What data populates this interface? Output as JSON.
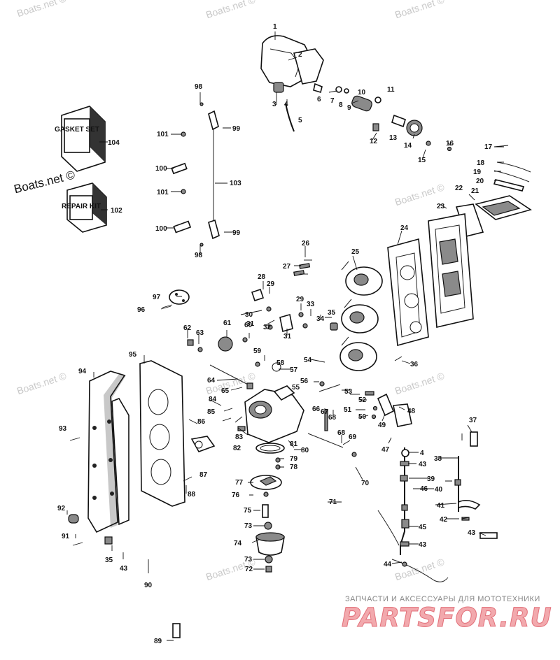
{
  "watermark": "Boats.net ©",
  "box_labels": {
    "gasket_set": "GASKET SET",
    "repair_kit": "REPAIR KIT"
  },
  "callouts": [
    "1",
    "2",
    "3",
    "4",
    "5",
    "6",
    "7",
    "8",
    "9",
    "10",
    "11",
    "12",
    "13",
    "14",
    "15",
    "16",
    "17",
    "18",
    "19",
    "20",
    "21",
    "22",
    "23",
    "24",
    "25",
    "26",
    "27",
    "28",
    "29",
    "29",
    "30",
    "31",
    "31",
    "32",
    "33",
    "34",
    "35",
    "35",
    "36",
    "37",
    "38",
    "39",
    "40",
    "41",
    "42",
    "43",
    "43",
    "43",
    "43",
    "43",
    "44",
    "45",
    "46",
    "47",
    "48",
    "49",
    "50",
    "51",
    "52",
    "53",
    "54",
    "55",
    "56",
    "57",
    "58",
    "59",
    "60",
    "61",
    "62",
    "63",
    "64",
    "65",
    "66",
    "67",
    "68",
    "68",
    "69",
    "70",
    "71",
    "72",
    "73",
    "73",
    "74",
    "75",
    "76",
    "77",
    "78",
    "79",
    "80",
    "81",
    "82",
    "83",
    "84",
    "85",
    "86",
    "87",
    "88",
    "89",
    "90",
    "91",
    "92",
    "93",
    "94",
    "95",
    "96",
    "96",
    "97",
    "98",
    "98",
    "99",
    "99",
    "100",
    "100",
    "101",
    "101",
    "102",
    "103",
    "104",
    "4"
  ],
  "footer": {
    "subtitle": "ЗАПЧАСТИ И АКСЕССУАРЫ ДЛЯ МОТОТЕХНИКИ",
    "logo": "PARTSFOR.RU"
  }
}
